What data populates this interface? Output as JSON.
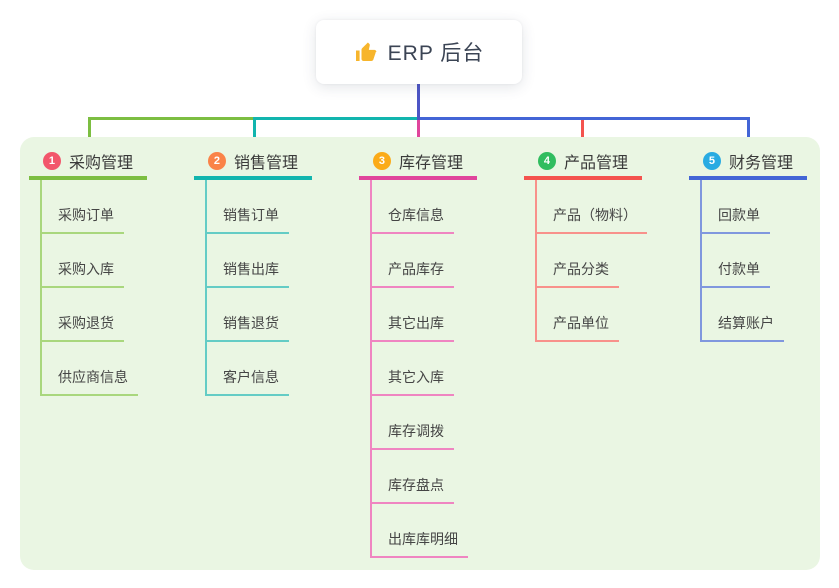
{
  "root": {
    "title": "ERP 后台",
    "icon": "thumbs-up-icon",
    "icon_color": "#f7b52c"
  },
  "colors": {
    "stem": "#4d55c6",
    "panel_bg": "#eaf6e3",
    "node_bg": "#ffffff",
    "root_text": "#3b4454",
    "header_text": "#3a3a3a",
    "child_text": "#454545"
  },
  "branches": [
    {
      "badge": "1",
      "title": "采购管理",
      "badge_color": "#f2566b",
      "line_color": "#7cbe41",
      "light_color": "#a9d77d",
      "children": [
        "采购订单",
        "采购入库",
        "采购退货",
        "供应商信息"
      ]
    },
    {
      "badge": "2",
      "title": "销售管理",
      "badge_color": "#fa8348",
      "line_color": "#12b5ae",
      "light_color": "#64ccc5",
      "children": [
        "销售订单",
        "销售出库",
        "销售退货",
        "客户信息"
      ]
    },
    {
      "badge": "3",
      "title": "库存管理",
      "badge_color": "#fbab18",
      "line_color": "#e0459c",
      "light_color": "#ef85c1",
      "children": [
        "仓库信息",
        "产品库存",
        "其它出库",
        "其它入库",
        "库存调拨",
        "库存盘点",
        "出库库明细"
      ]
    },
    {
      "badge": "4",
      "title": "产品管理",
      "badge_color": "#30bd5f",
      "line_color": "#f4534e",
      "light_color": "#f8918b",
      "children": [
        "产品（物料）",
        "产品分类",
        "产品单位"
      ]
    },
    {
      "badge": "5",
      "title": "财务管理",
      "badge_color": "#29abe2",
      "line_color": "#4365d6",
      "light_color": "#8097de",
      "children": [
        "回款单",
        "付款单",
        "结算账户"
      ]
    }
  ]
}
